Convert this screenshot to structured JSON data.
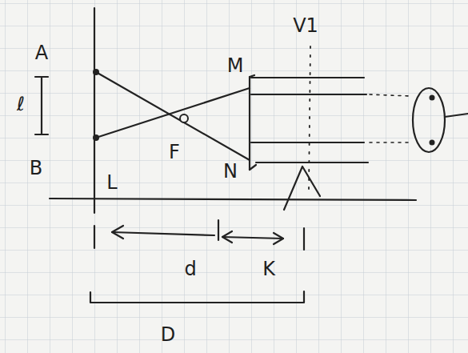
{
  "diagram": {
    "labels": [
      "A",
      "ℓ",
      "B",
      "L",
      "M",
      "F",
      "N",
      "V1",
      "d",
      "K",
      "D"
    ]
  }
}
